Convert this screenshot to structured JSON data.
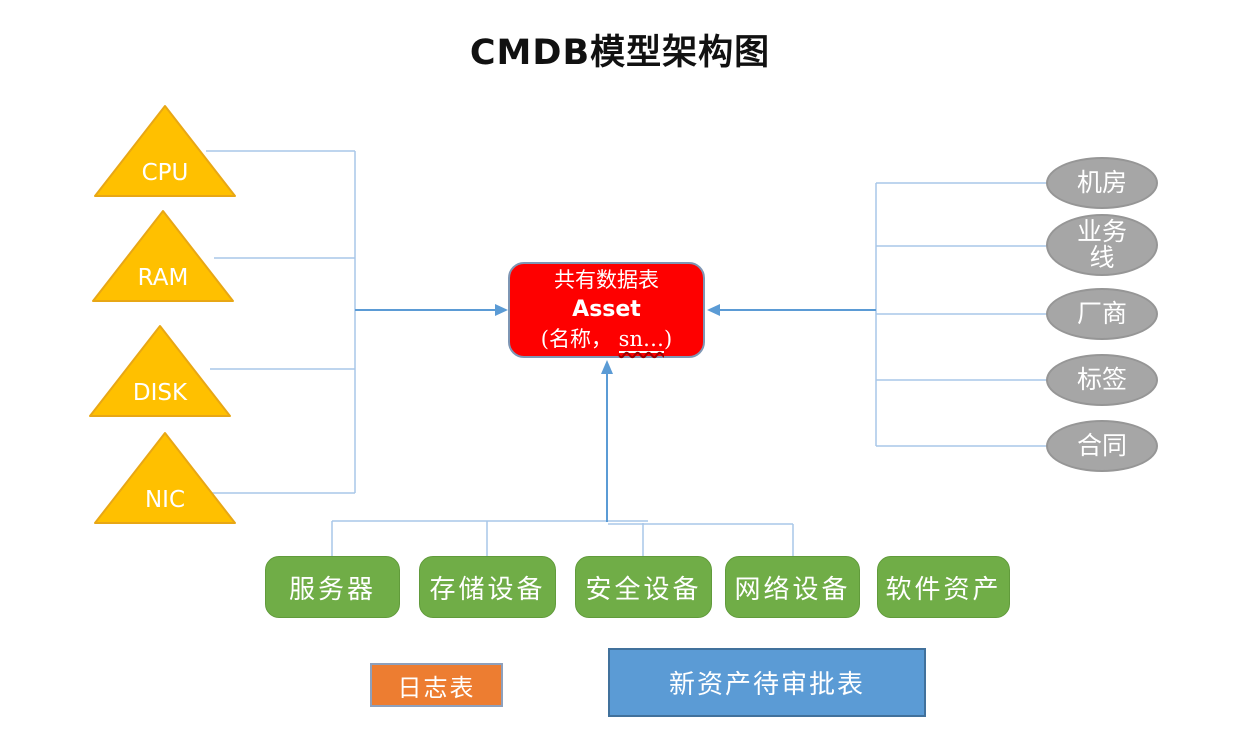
{
  "title": "CMDB模型架构图",
  "triangles": [
    {
      "label": "CPU"
    },
    {
      "label": "RAM"
    },
    {
      "label": "DISK"
    },
    {
      "label": "NIC"
    }
  ],
  "asset_box": {
    "line1": "共有数据表",
    "line2": "Asset",
    "line3_prefix": "(名称， ",
    "line3_sn": "sn…",
    "line3_suffix": ")"
  },
  "ellipses": [
    {
      "label": "机房"
    },
    {
      "label": "业务线"
    },
    {
      "label": "厂商"
    },
    {
      "label": "标签"
    },
    {
      "label": "合同"
    }
  ],
  "asset_types": [
    {
      "label": "服务器"
    },
    {
      "label": "存储设备"
    },
    {
      "label": "安全设备"
    },
    {
      "label": "网络设备"
    },
    {
      "label": "软件资产"
    }
  ],
  "tables": {
    "log": "日志表",
    "approval": "新资产待审批表"
  },
  "colors": {
    "triangle_fill": "#FFC000",
    "asset_fill": "#FF0000",
    "ellipse_fill": "#A6A6A6",
    "asset_type_fill": "#70AD47",
    "log_fill": "#ED7D31",
    "approval_fill": "#5B9BD5",
    "approval_border": "#41719C",
    "connector_line": "#A9C7E8",
    "arrow_line": "#5B9BD5",
    "text_on_shapes": "#FFFFFF",
    "title_text": "#111111"
  }
}
